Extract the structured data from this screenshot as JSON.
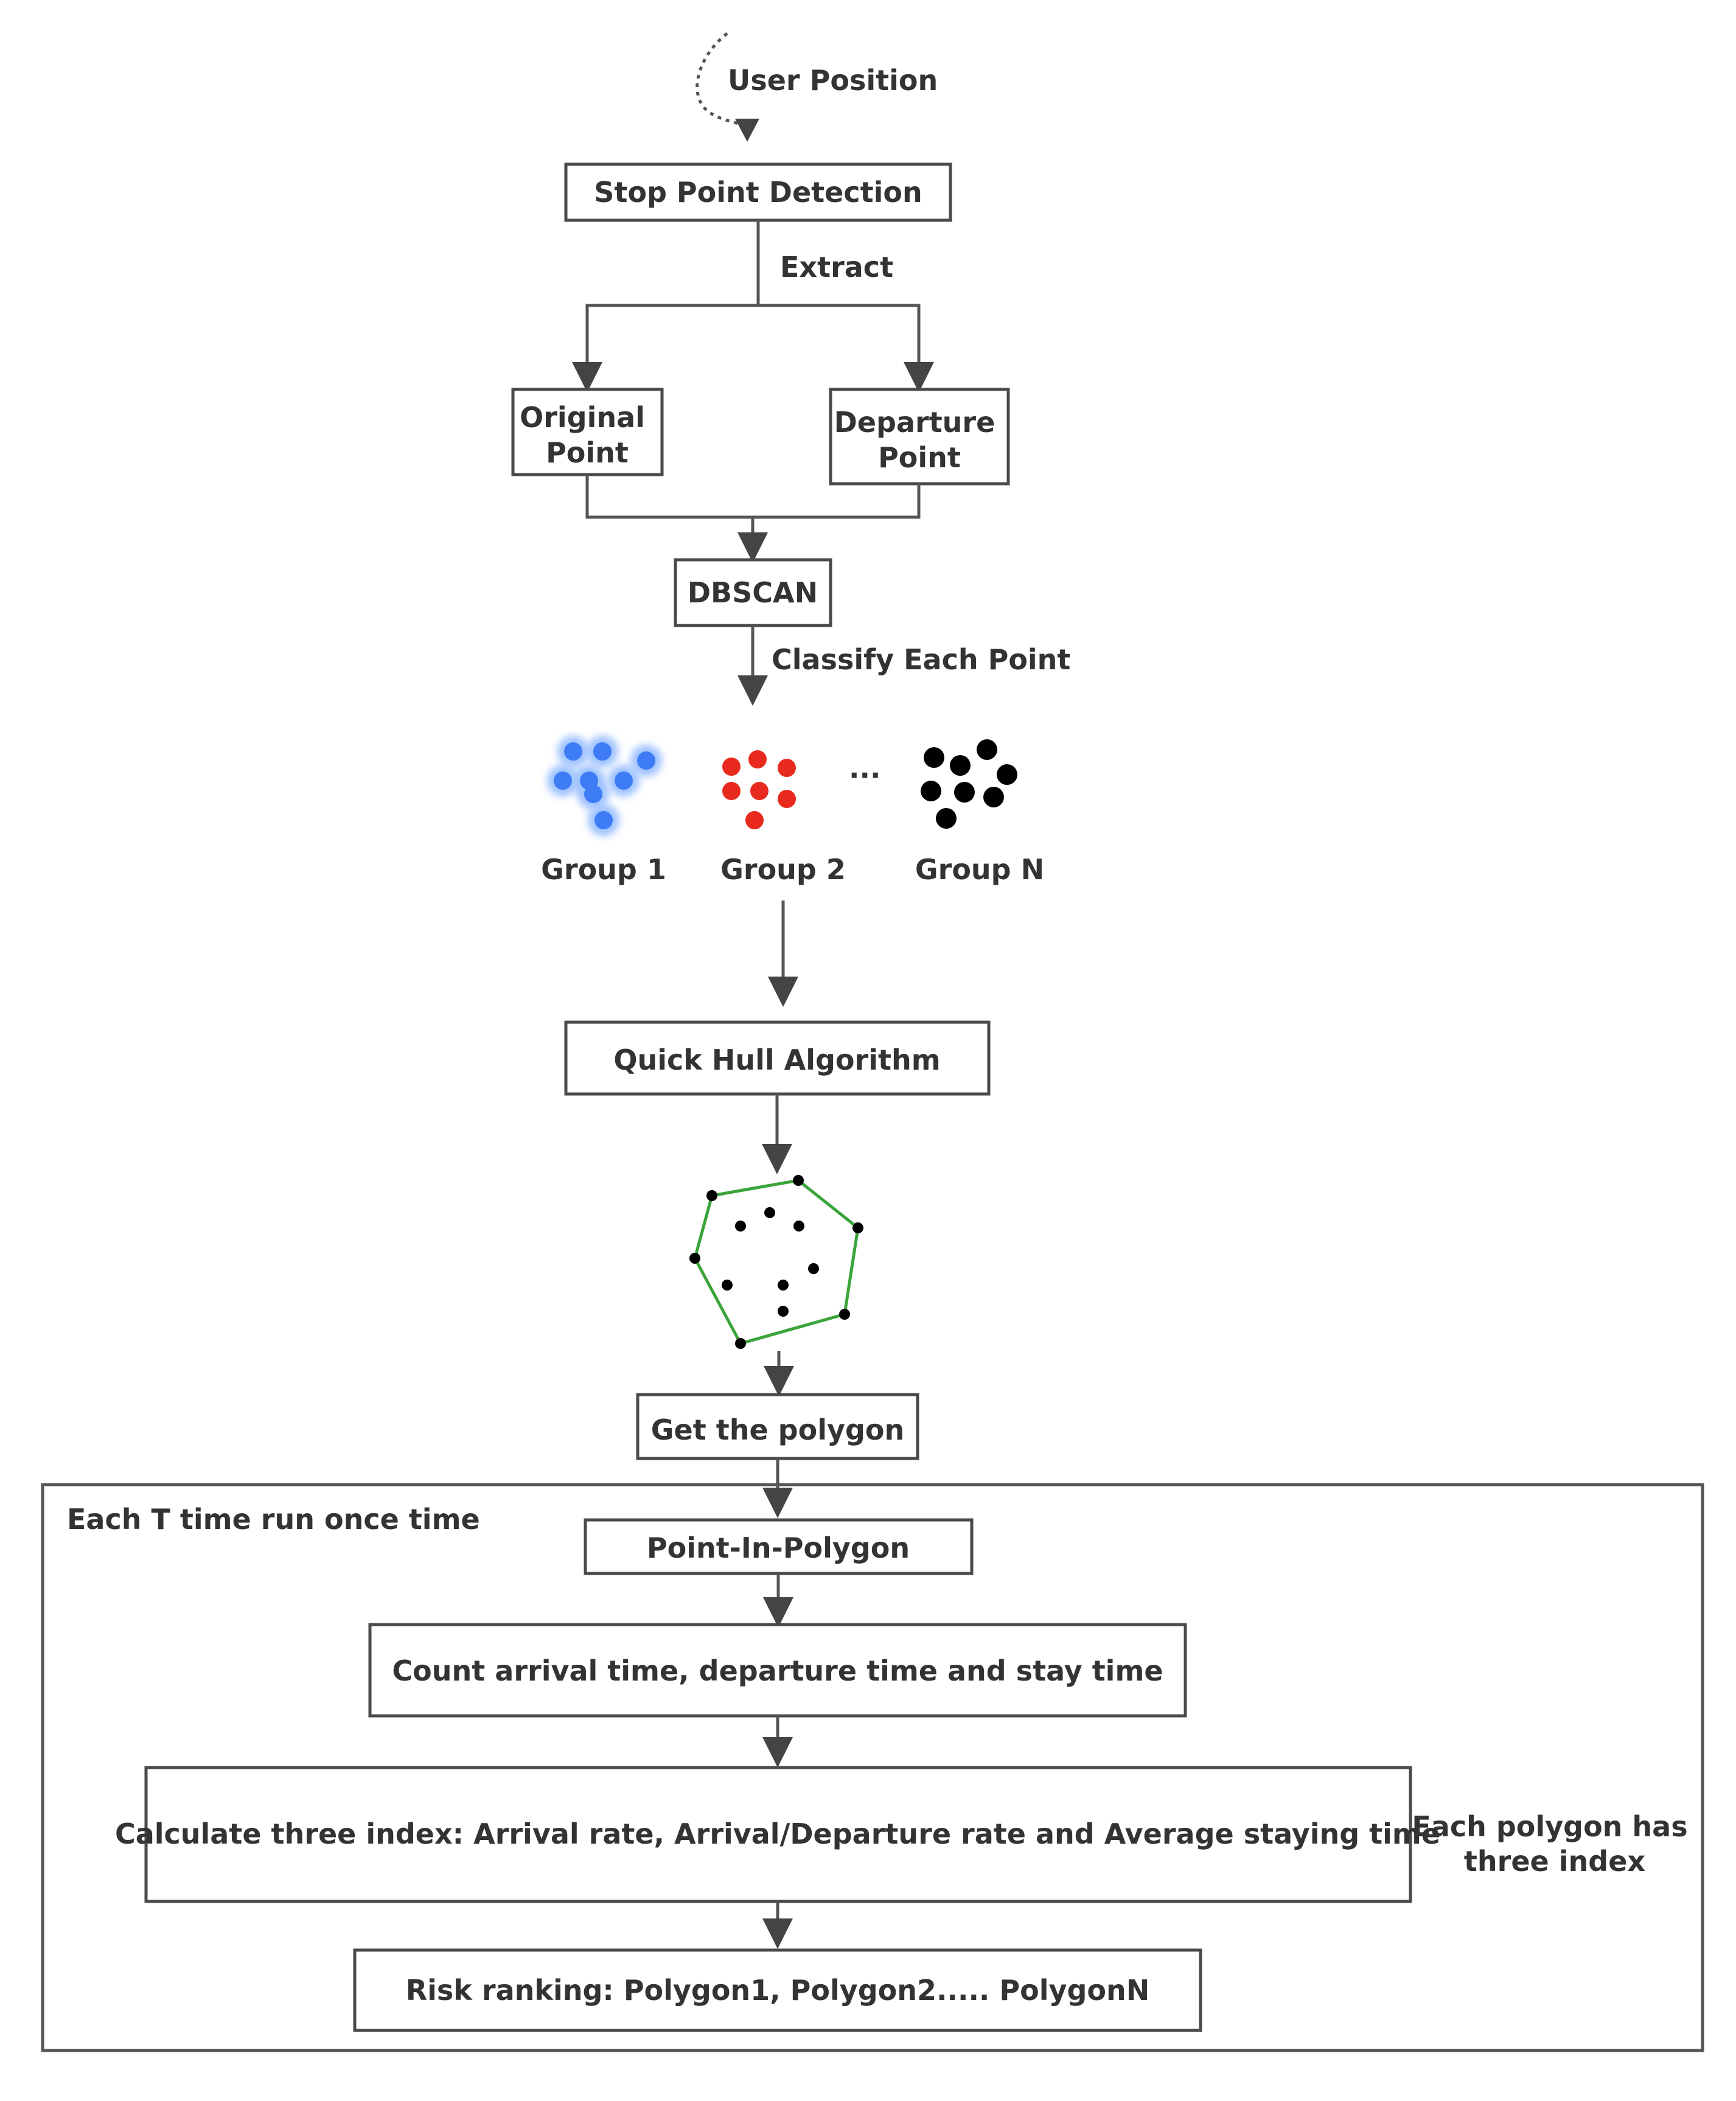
{
  "user_position": "User Position",
  "stop_point_detection": "Stop Point Detection",
  "extract": "Extract",
  "original_point": [
    "Original",
    "Point"
  ],
  "departure_point": [
    "Departure",
    "Point"
  ],
  "dbscan": "DBSCAN",
  "classify_each_point": "Classify Each Point",
  "groups": [
    "Group 1",
    "Group 2",
    "Group N"
  ],
  "ellipsis": "···",
  "quick_hull": "Quick Hull Algorithm",
  "get_polygon": "Get the polygon",
  "loop_label": "Each T time run once time",
  "point_in_polygon": "Point-In-Polygon",
  "count_times": "Count arrival time, departure time and stay time",
  "calculate_index": "Calculate three index:  Arrival rate, Arrival/Departure rate and Average staying time",
  "side_note": [
    "Each polygon has",
    "three index"
  ],
  "risk_ranking": "Risk ranking: Polygon1, Polygon2..... PolygonN",
  "colors": {
    "group1": "#3d7cf5",
    "group1_halo": "#9fc2ff",
    "group2": "#e82a1e",
    "groupN": "#000000",
    "hull": "#3aa43a",
    "stroke": "#4a4a4a"
  }
}
